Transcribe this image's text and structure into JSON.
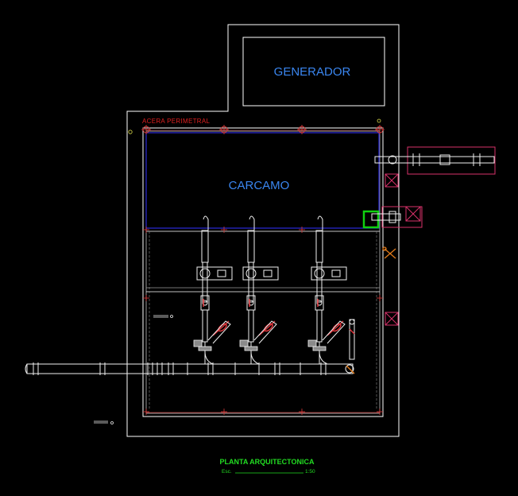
{
  "labels": {
    "generator": "GENERADOR",
    "sump": "CARCAMO",
    "perimeter_sidewalk": "ACERA PERIMETRAL",
    "plan_title": "PLANTA ARQUITECTONICA",
    "scale_prefix": "Esc.",
    "scale_value": "1:50"
  },
  "colors": {
    "background": "#000000",
    "walls": "#ffffff",
    "sump_outline": "#2a2ad8",
    "label_blue": "#3a86f0",
    "label_red": "#e02020",
    "axis_marker": "#d83a3a",
    "piping": "#f0f0f0",
    "valve_red": "#e0353b",
    "pink_box": "#d8326a",
    "green_box": "#10d010",
    "title_green": "#22dd22",
    "dim_red": "#c84040"
  },
  "icons": {
    "axis_marker": "axis-bubble-icon",
    "crossed_box": "crossed-box-icon",
    "check_valve": "check-valve-icon",
    "gate_valve": "gate-valve-icon",
    "pump": "pump-icon",
    "wrench": "wrench-icon"
  }
}
